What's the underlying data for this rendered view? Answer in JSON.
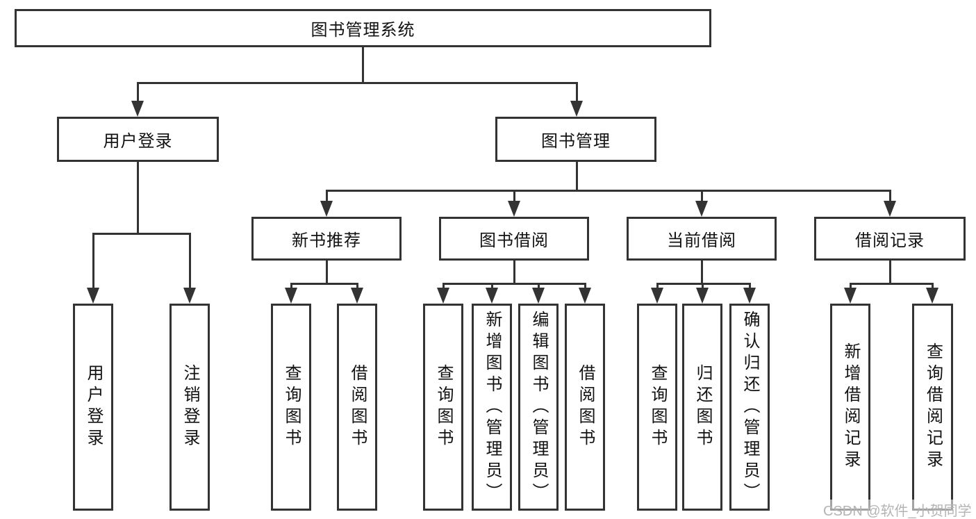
{
  "tree": {
    "label": "图书管理系统",
    "children": [
      {
        "label": "用户登录",
        "children": [
          {
            "label": "用户登录"
          },
          {
            "label": "注销登录"
          }
        ]
      },
      {
        "label": "图书管理",
        "children": [
          {
            "label": "新书推荐",
            "children": [
              {
                "label": "查询图书"
              },
              {
                "label": "借阅图书"
              }
            ]
          },
          {
            "label": "图书借阅",
            "children": [
              {
                "label": "查询图书"
              },
              {
                "label": "新增图书（管理员）"
              },
              {
                "label": "编辑图书（管理员）"
              },
              {
                "label": "借阅图书"
              }
            ]
          },
          {
            "label": "当前借阅",
            "children": [
              {
                "label": "查询图书"
              },
              {
                "label": "归还图书"
              },
              {
                "label": "确认归还（管理员）"
              }
            ]
          },
          {
            "label": "借阅记录",
            "children": [
              {
                "label": "新增借阅记录"
              },
              {
                "label": "查询借阅记录"
              }
            ]
          }
        ]
      }
    ]
  },
  "watermark": {
    "text": "CSDN @软件_小贺同学"
  },
  "colors": {
    "line": "#333333",
    "box_border": "#333333",
    "text": "#111111",
    "background": "#ffffff",
    "watermark": "#b4b4b4"
  }
}
